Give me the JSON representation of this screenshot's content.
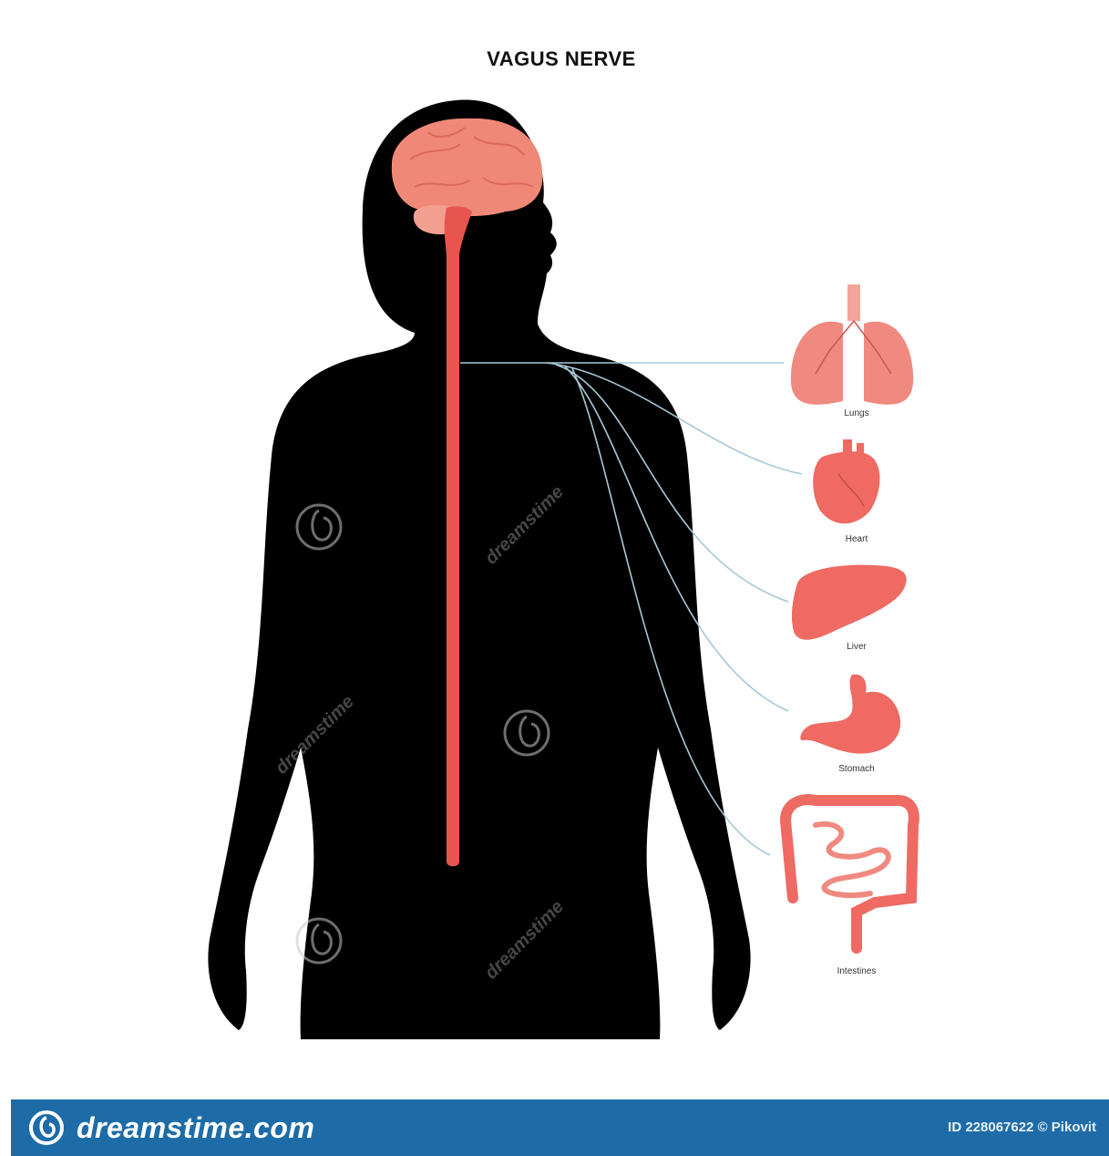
{
  "title": "VAGUS NERVE",
  "organs": [
    {
      "name": "lungs",
      "label": "Lungs"
    },
    {
      "name": "heart",
      "label": "Heart"
    },
    {
      "name": "liver",
      "label": "Liver"
    },
    {
      "name": "stomach",
      "label": "Stomach"
    },
    {
      "name": "intestines",
      "label": "Intestines"
    }
  ],
  "watermark": {
    "text": "dreamstime",
    "brand": "dreamstime.com",
    "id_text": "ID 228067622 © Pikovit"
  },
  "colors": {
    "silhouette": "#000000",
    "brain": "#f08878",
    "spine": "#e8554e",
    "nerve": "#a8c8d8",
    "organ": "#ee6a63",
    "bar": "#1d6ca8"
  }
}
